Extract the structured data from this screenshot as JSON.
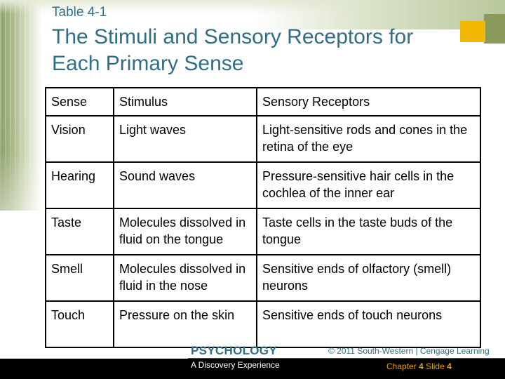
{
  "colors": {
    "title": "#2f6e84",
    "accent_yellow": "#f2b705",
    "accent_olive": "#8a9a5b",
    "footer_bg": "#000000",
    "slide_number": "#e4a100"
  },
  "header": {
    "table_label": "Table 4-1",
    "title": "The Stimuli and Sensory Receptors for Each Primary Sense"
  },
  "table": {
    "headers": [
      "Sense",
      "Stimulus",
      "Sensory Receptors"
    ],
    "rows": [
      [
        "Vision",
        "Light waves",
        "Light-sensitive rods and cones in the retina of the eye"
      ],
      [
        "Hearing",
        "Sound waves",
        "Pressure-sensitive hair cells in the cochlea of the inner ear"
      ],
      [
        "Taste",
        "Molecules dissolved in fluid on the tongue",
        "Taste cells in the taste buds of the tongue"
      ],
      [
        "Smell",
        "Molecules dissolved in fluid in the nose",
        "Sensitive ends of olfactory (smell) neurons"
      ],
      [
        "Touch",
        "Pressure on the skin",
        "Sensitive ends of touch neurons"
      ]
    ]
  },
  "footer": {
    "brand": "PSYCHOLOGY",
    "subtitle": "A Discovery Experience",
    "copyright": "© 2011 South-Western | Cengage Learning",
    "chapter_label": "Chapter",
    "chapter_number": "4",
    "slide_label": "Slide",
    "slide_number": "4"
  }
}
